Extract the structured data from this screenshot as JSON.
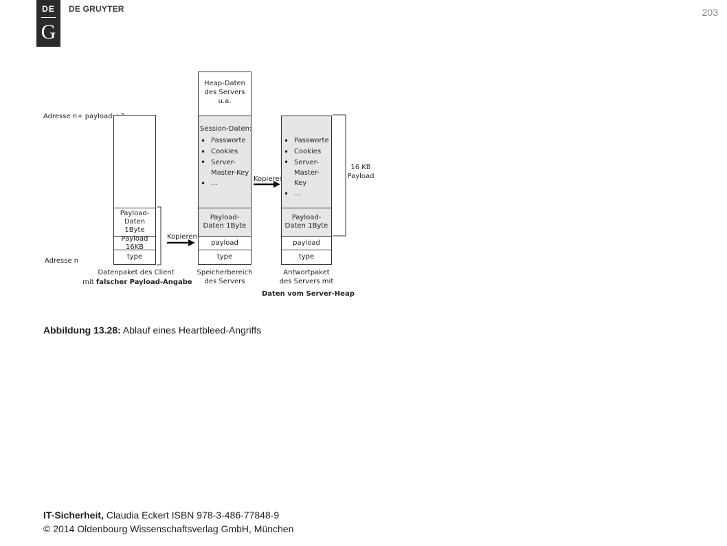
{
  "header": {
    "logo_top": "DE",
    "logo_bottom": "G",
    "publisher": "DE GRUYTER",
    "page_number": "203"
  },
  "figure": {
    "address_top": "Adresse n+ payload +3",
    "address_bottom": "Adresse n",
    "client": {
      "payload_data": "Payload-\nDaten 1Byte",
      "payload_len": "Payload 16KB",
      "type": "type",
      "caption_line1": "Datenpaket des Client",
      "caption_prefix": "mit ",
      "caption_bold": "falscher Payload-Angabe"
    },
    "arrow1_label": "Kopieren",
    "server": {
      "heap": "Heap-Daten\ndes Servers\nu.a.",
      "session_title": "Session-Daten:",
      "session_items": [
        "Passworte",
        "Cookies",
        "Server-\nMaster-Key",
        "..."
      ],
      "payload_data": "Payload-\nDaten 1Byte",
      "payload": "payload",
      "type": "type",
      "caption": "Speicherbereich\ndes Servers"
    },
    "arrow2_label": "Kopieren",
    "response": {
      "items": [
        "Passworte",
        "Cookies",
        "Server-\nMaster-Key",
        "..."
      ],
      "payload_data": "Payload-\nDaten 1Byte",
      "payload": "payload",
      "type": "type",
      "caption": "Antwortpaket\ndes Servers mit",
      "caption_bold": "Daten vom Server-Heap"
    },
    "brace_label": "16 KB\nPayload"
  },
  "caption": {
    "label": "Abbildung 13.28:",
    "text": " Ablauf eines Heartbleed-Angriffs"
  },
  "footer": {
    "line1_bold": "IT-Sicherheit,",
    "line1_rest": " Claudia Eckert ISBN 978-3-486-77848-9",
    "line2": "© 2014 Oldenbourg Wissenschaftsverlag GmbH, München"
  }
}
